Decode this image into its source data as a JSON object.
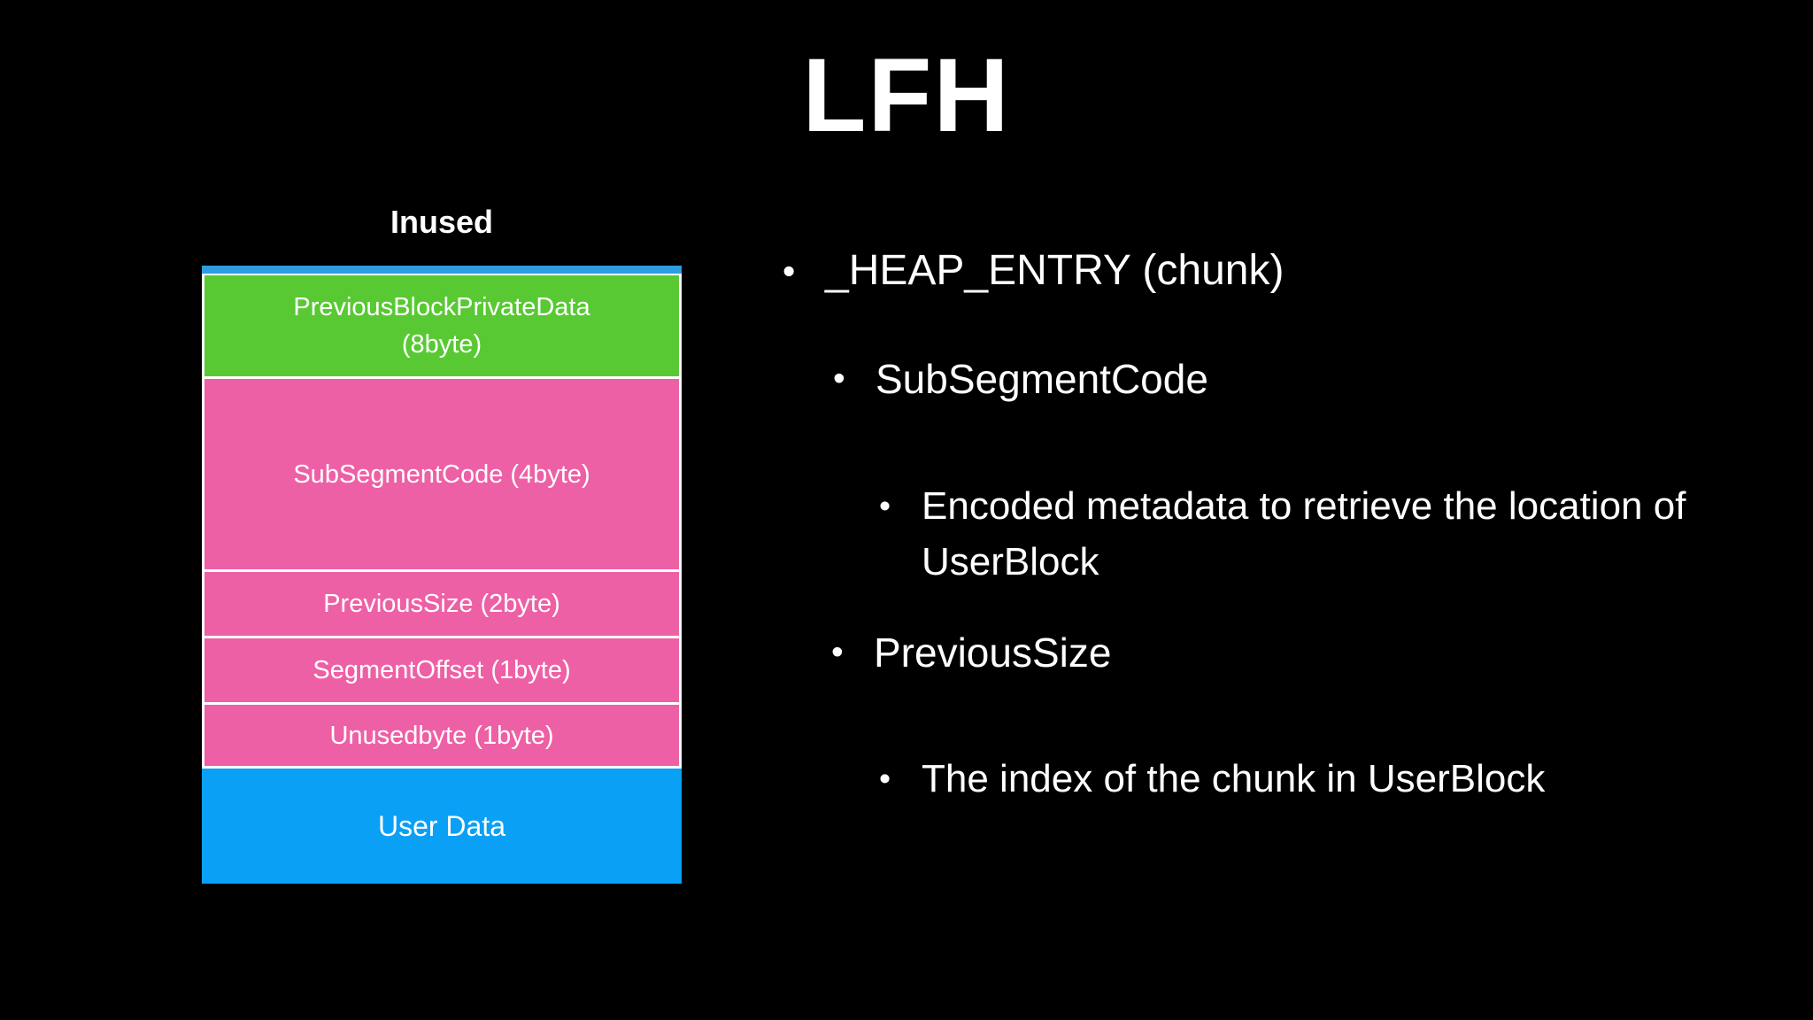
{
  "slide": {
    "title": "LFH",
    "background_color": "#000000",
    "text_color": "#FFFFFF"
  },
  "diagram": {
    "label": "Inused",
    "colors": {
      "green": "#58C933",
      "pink": "#EE60A5",
      "blue": "#0AA0F6",
      "top_bar_blue": "#2B9EDF",
      "separator": "#FFFFFF"
    },
    "blocks": [
      {
        "id": "previous-block-private-data",
        "label": [
          "PreviousBlockPrivateData",
          "(8byte)"
        ],
        "color": "green"
      },
      {
        "id": "sub-segment-code",
        "label": "SubSegmentCode (4byte)",
        "color": "pink"
      },
      {
        "id": "previous-size",
        "label": "PreviousSize (2byte)",
        "color": "pink"
      },
      {
        "id": "segment-offset",
        "label": "SegmentOffset (1byte)",
        "color": "pink"
      },
      {
        "id": "unused-byte",
        "label": "Unusedbyte (1byte)",
        "color": "pink"
      },
      {
        "id": "user-data",
        "label": "User Data",
        "color": "blue"
      }
    ]
  },
  "bullets": {
    "marker": "•",
    "items": [
      {
        "level": 1,
        "text": "_HEAP_ENTRY (chunk)"
      },
      {
        "level": 2,
        "text": "SubSegmentCode"
      },
      {
        "level": 3,
        "text": "Encoded metadata to retrieve the location of UserBlock"
      },
      {
        "level": 2,
        "text": "PreviousSize"
      },
      {
        "level": 3,
        "text": "The index of the chunk in UserBlock"
      }
    ]
  }
}
